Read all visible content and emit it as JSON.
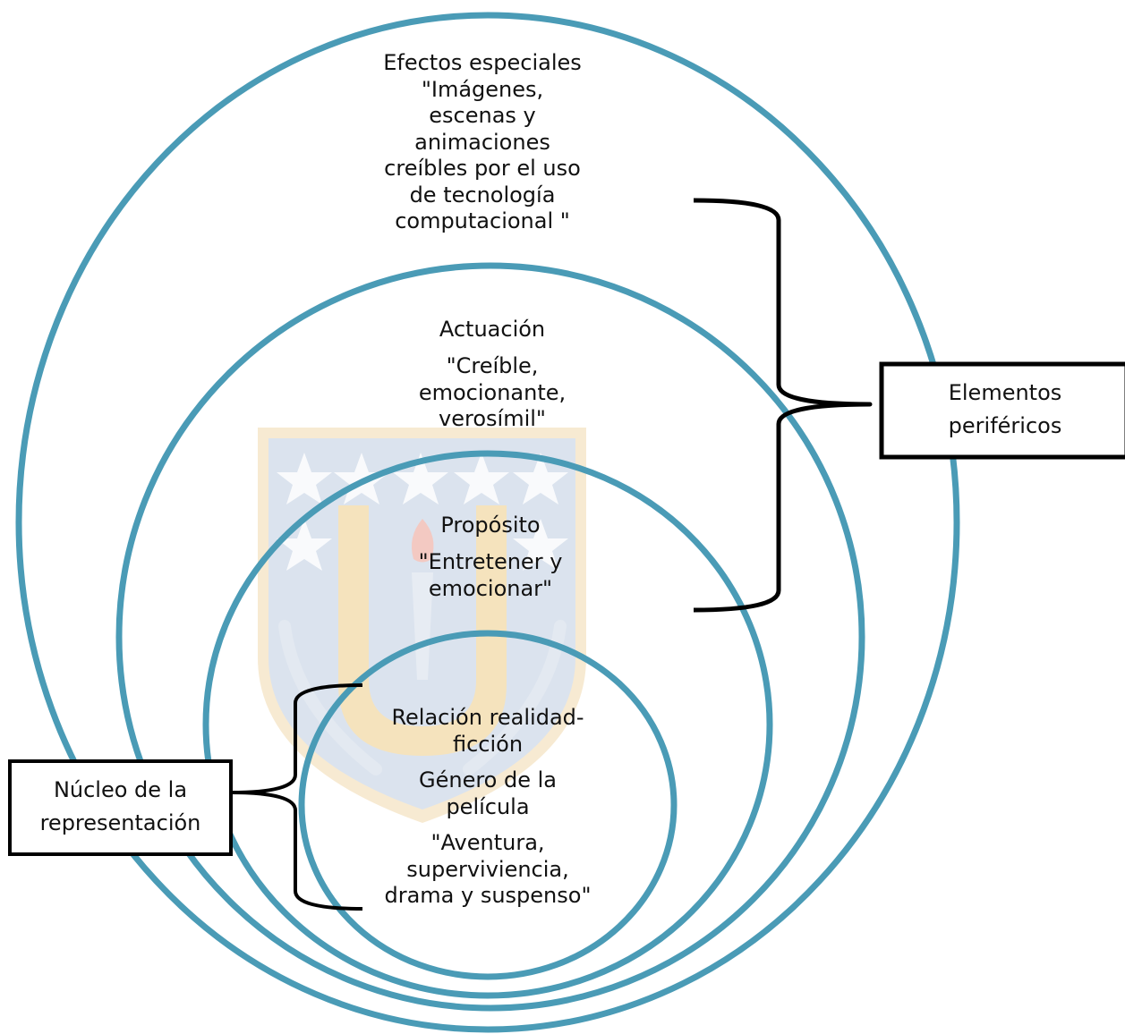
{
  "colors": {
    "ring": "#4a9bb6",
    "bracket": "#000000",
    "text": "#111111",
    "watermark_blue": "#d9e2ee",
    "watermark_gold": "#f7ead2",
    "watermark_flame": "#f3c9c2"
  },
  "watermark": {
    "name": "university-crest-watermark"
  },
  "rings": [
    {
      "name": "efectos-especiales",
      "lines": [
        "Efectos especiales",
        "\"Imágenes,",
        "escenas y",
        "animaciones",
        "creíbles por el uso",
        "de tecnología",
        "computacional \""
      ]
    },
    {
      "name": "actuacion",
      "title": "Actuación",
      "lines": [
        "\"Creíble,",
        "emocionante,",
        "verosímil\""
      ]
    },
    {
      "name": "proposito",
      "title": "Propósito",
      "lines": [
        "\"Entretener y",
        "emocionar\""
      ]
    },
    {
      "name": "nucleo",
      "title_lines": [
        "Relación realidad-",
        "ficción"
      ],
      "subtitle_lines": [
        "Género de la",
        "película"
      ],
      "lines": [
        "\"Aventura,",
        "superviviencia,",
        "drama y suspenso\""
      ]
    }
  ],
  "callouts": {
    "peripheral": [
      "Elementos",
      "periféricos"
    ],
    "core": [
      "Núcleo de la",
      "representación"
    ]
  }
}
